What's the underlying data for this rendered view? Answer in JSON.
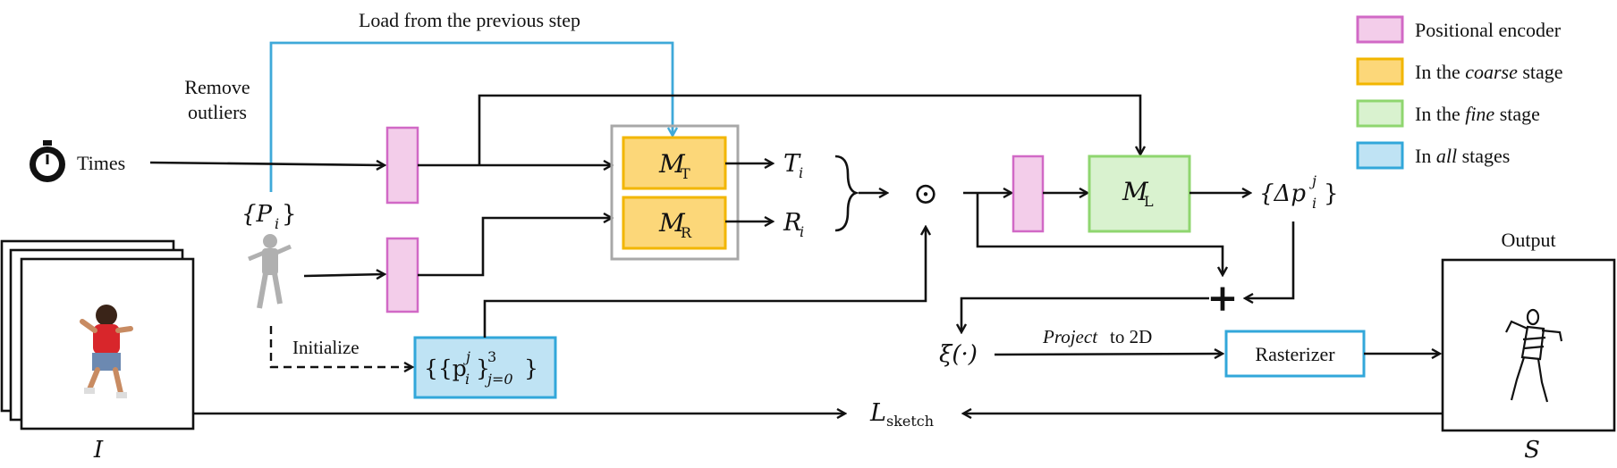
{
  "diagram": {
    "top_label": "Load from the previous step",
    "remove_outliers_line1": "Remove",
    "remove_outliers_line2": "outliers",
    "times_label": "Times",
    "points_label": "{P",
    "points_sub": "i",
    "initialize_label": "Initialize",
    "control_points_label": "{{p",
    "control_points_sup": "j",
    "control_points_sub": "i",
    "control_points_range_sup": "3",
    "control_points_range_sub": "j=0",
    "mt_label": "M",
    "mt_sub": "T",
    "mr_label": "M",
    "mr_sub": "R",
    "ml_label": "M",
    "ml_sub": "L",
    "t_out": "T",
    "t_out_sub": "i",
    "r_out": "R",
    "r_out_sub": "i",
    "odot": "⊙",
    "delta_label": "{Δp",
    "delta_sup": "j",
    "delta_sub": "i",
    "plus": "+",
    "xi_label": "ξ(·)",
    "project_italic": "Project",
    "project_rest": "to 2D",
    "rasterizer_label": "Rasterizer",
    "output_title": "Output",
    "loss_label": "L",
    "loss_sub": "sketch",
    "input_symbol": "I",
    "output_symbol": "S"
  },
  "legend": {
    "items": [
      {
        "prefix": "Positional encoder",
        "italic": "",
        "suffix": "",
        "color": "#f3cdea",
        "stroke": "#d169c6"
      },
      {
        "prefix": "In the ",
        "italic": "coarse",
        "suffix": " stage",
        "color": "#fcd779",
        "stroke": "#f2b600"
      },
      {
        "prefix": "In the ",
        "italic": "fine",
        "suffix": " stage",
        "color": "#d9f2cf",
        "stroke": "#8fd66f"
      },
      {
        "prefix": "In ",
        "italic": "all",
        "suffix": " stages",
        "color": "#bfe3f4",
        "stroke": "#32a7da"
      }
    ]
  },
  "colors": {
    "pink": "#f3cdea",
    "orange": "#fcd779",
    "green": "#d9f2cf",
    "blue": "#bfe3f4",
    "blue_line": "#3fa9d9"
  },
  "icons": {
    "timer": "stopwatch-icon",
    "input": "boy-photo-stack",
    "point_cloud": "point-cloud-figure",
    "output_sketch": "stick-figure-sketch"
  }
}
